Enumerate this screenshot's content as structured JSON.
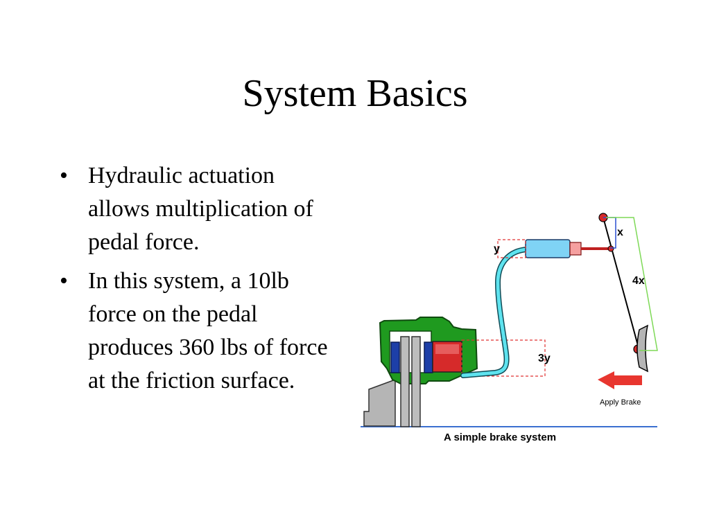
{
  "slide": {
    "title": "System Basics",
    "bullets": [
      {
        "text": "Hydraulic actuation allows multiplication of pedal force."
      },
      {
        "text": "In this system, a 10lb force on the pedal produces 360 lbs of force at the friction surface."
      }
    ],
    "bullet_symbol": "•"
  },
  "diagram": {
    "caption": "A simple brake system",
    "labels": {
      "y": "y",
      "x": "x",
      "four_x": "4x",
      "three_y": "3y",
      "apply_brake": "Apply Brake"
    },
    "colors": {
      "caliper": "#1f9a1f",
      "master_cylinder": "#7fd3f5",
      "hose": "#5ee3ef",
      "piston": "#d62a2a",
      "pad": "#1d3fa8",
      "arrow": "#e8362f",
      "dimension_red": "#e03030",
      "dimension_green": "#7ed957",
      "dimension_blue": "#2a4fd0",
      "ground_line": "#3a6fd0"
    }
  }
}
